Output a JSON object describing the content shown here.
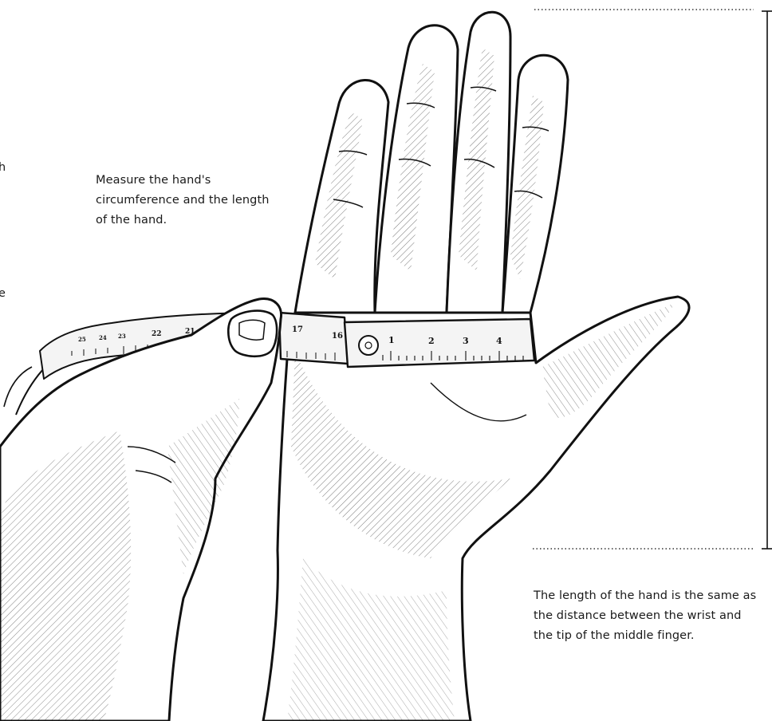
{
  "captions": {
    "measure": "Measure the hand's circumference and the length of the hand.",
    "length": "The length of the hand is the same as the distance between the wrist and the tip of the middle finger."
  },
  "clipped_fragments": [
    "h",
    "e"
  ],
  "tape": {
    "front_marks": [
      "1",
      "2",
      "3",
      "4"
    ],
    "back_marks": [
      "25",
      "24",
      "23",
      "22",
      "21"
    ],
    "overlap_marks": [
      "17",
      "16"
    ]
  },
  "colors": {
    "ink": "#111111",
    "paper": "#ffffff",
    "tape_fill": "#f4f4f4"
  }
}
